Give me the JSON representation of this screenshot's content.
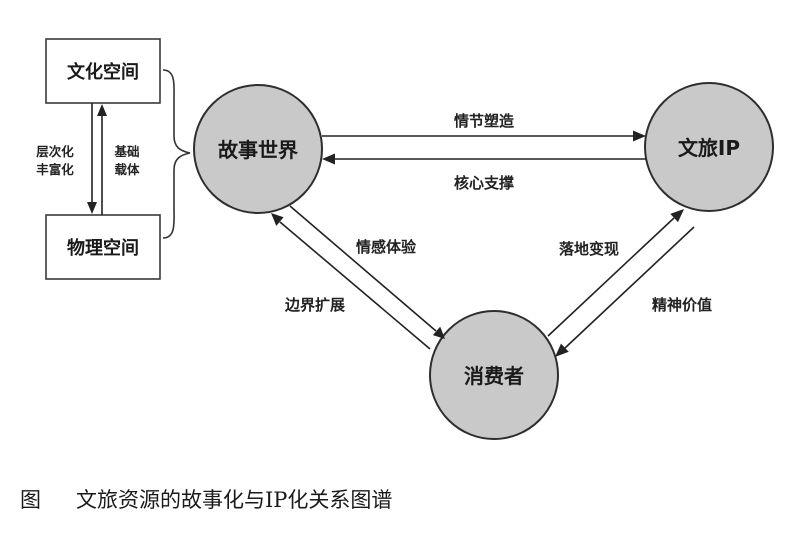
{
  "left_panel": {
    "top_box": "文化空间",
    "bottom_box": "物理空间",
    "down_label_line1": "层次化",
    "down_label_line2": "丰富化",
    "up_label_line1": "基础",
    "up_label_line2": "载体"
  },
  "nodes": {
    "story_world": "故事世界",
    "tourism_ip": "文旅IP",
    "consumer": "消费者"
  },
  "edges": {
    "story_to_ip": "情节塑造",
    "ip_to_story": "核心支撑",
    "story_to_consumer": "情感体验",
    "consumer_to_story": "边界扩展",
    "consumer_to_ip": "落地变现",
    "ip_to_consumer": "精神价值"
  },
  "caption": {
    "prefix": "图",
    "text": "文旅资源的故事化与IP化关系图谱"
  }
}
